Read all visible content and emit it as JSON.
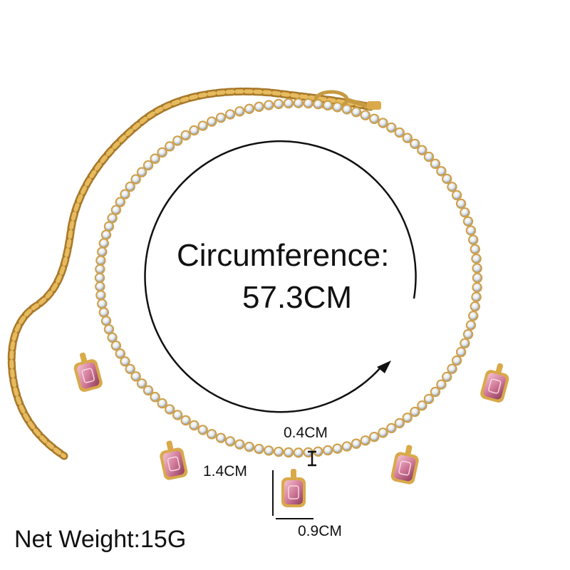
{
  "product": {
    "circumference_label": "Circumference:",
    "circumference_value": "57.3CM",
    "stone_thickness": "0.4CM",
    "pendant_length": "1.4CM",
    "pendant_width": "0.9CM",
    "net_weight": "Net Weight:15G"
  },
  "colors": {
    "gold": "#d9a94a",
    "gold_dark": "#a8782a",
    "rhinestone": "#eef2f7",
    "pink_gem": "#d98aa6",
    "annotation": "#111111"
  }
}
